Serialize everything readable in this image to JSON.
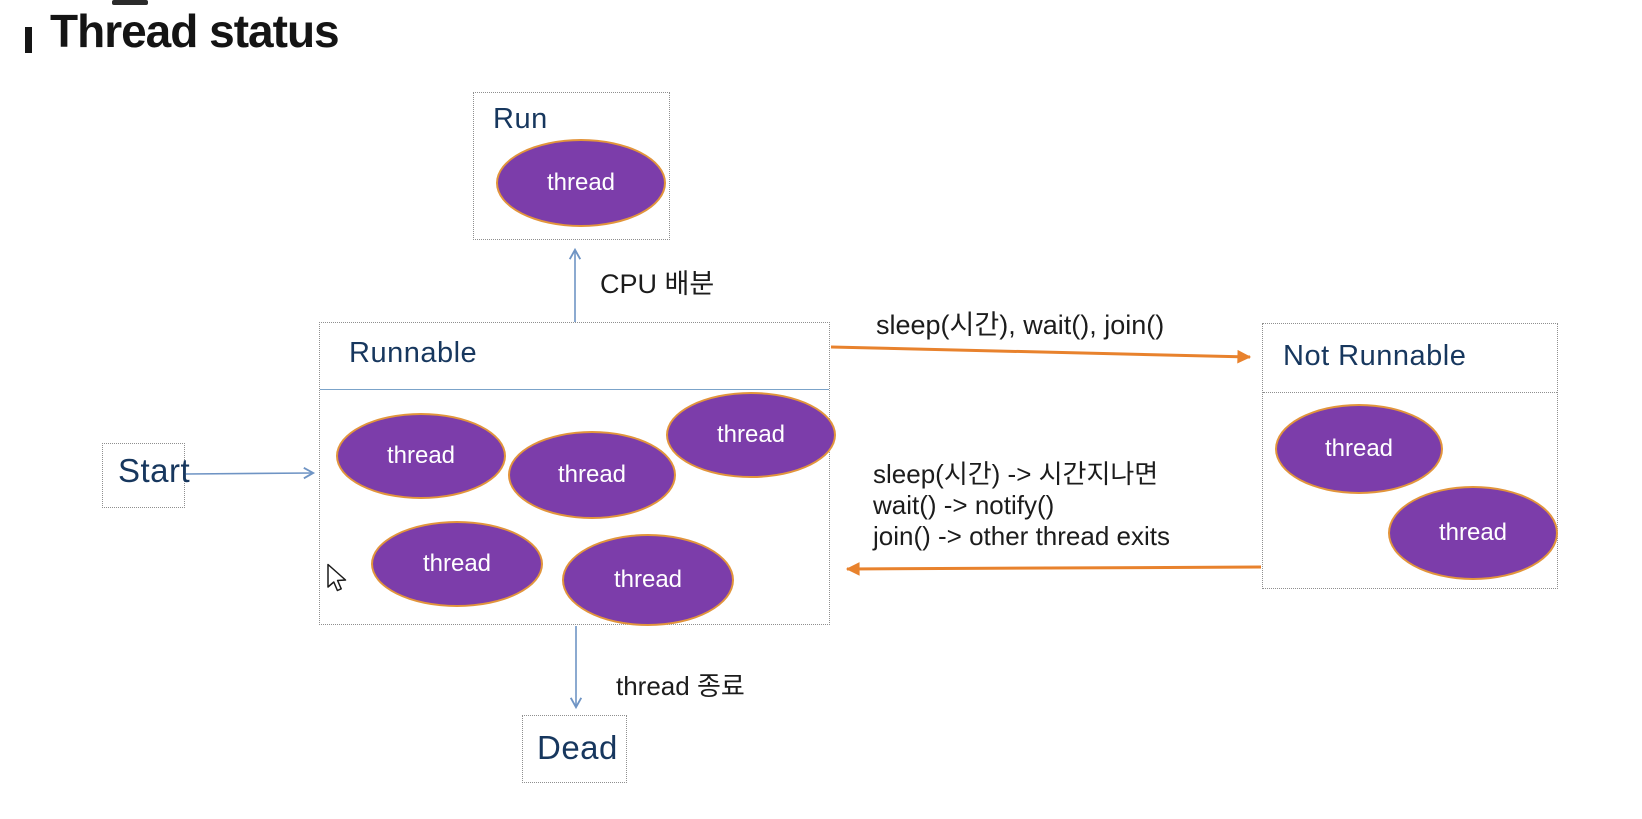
{
  "title": {
    "text": "Thread status"
  },
  "nodes": {
    "run": {
      "label": "Run",
      "threads": [
        "thread"
      ]
    },
    "runnable": {
      "label": "Runnable",
      "threads": [
        "thread",
        "thread",
        "thread",
        "thread",
        "thread"
      ]
    },
    "not_runnable": {
      "label": "Not Runnable",
      "threads": [
        "thread",
        "thread"
      ]
    },
    "start": {
      "label": "Start"
    },
    "dead": {
      "label": "Dead"
    }
  },
  "edges": {
    "runnable_to_run": {
      "label": "CPU 배분"
    },
    "runnable_to_not_runnable": {
      "label": "sleep(시간), wait(), join()"
    },
    "not_runnable_to_runnable": {
      "lines": [
        "sleep(시간) -> 시간지나면",
        "wait() -> notify()",
        "join() -> other thread exits"
      ]
    },
    "runnable_to_dead": {
      "label": "thread 종료"
    }
  },
  "colors": {
    "thread_fill": "#7C3DAA",
    "thread_border": "#E2953C",
    "node_label": "#17375E",
    "blue_arrow": "#6F94C4",
    "orange_arrow": "#E8822D",
    "title_text": "#141414"
  }
}
